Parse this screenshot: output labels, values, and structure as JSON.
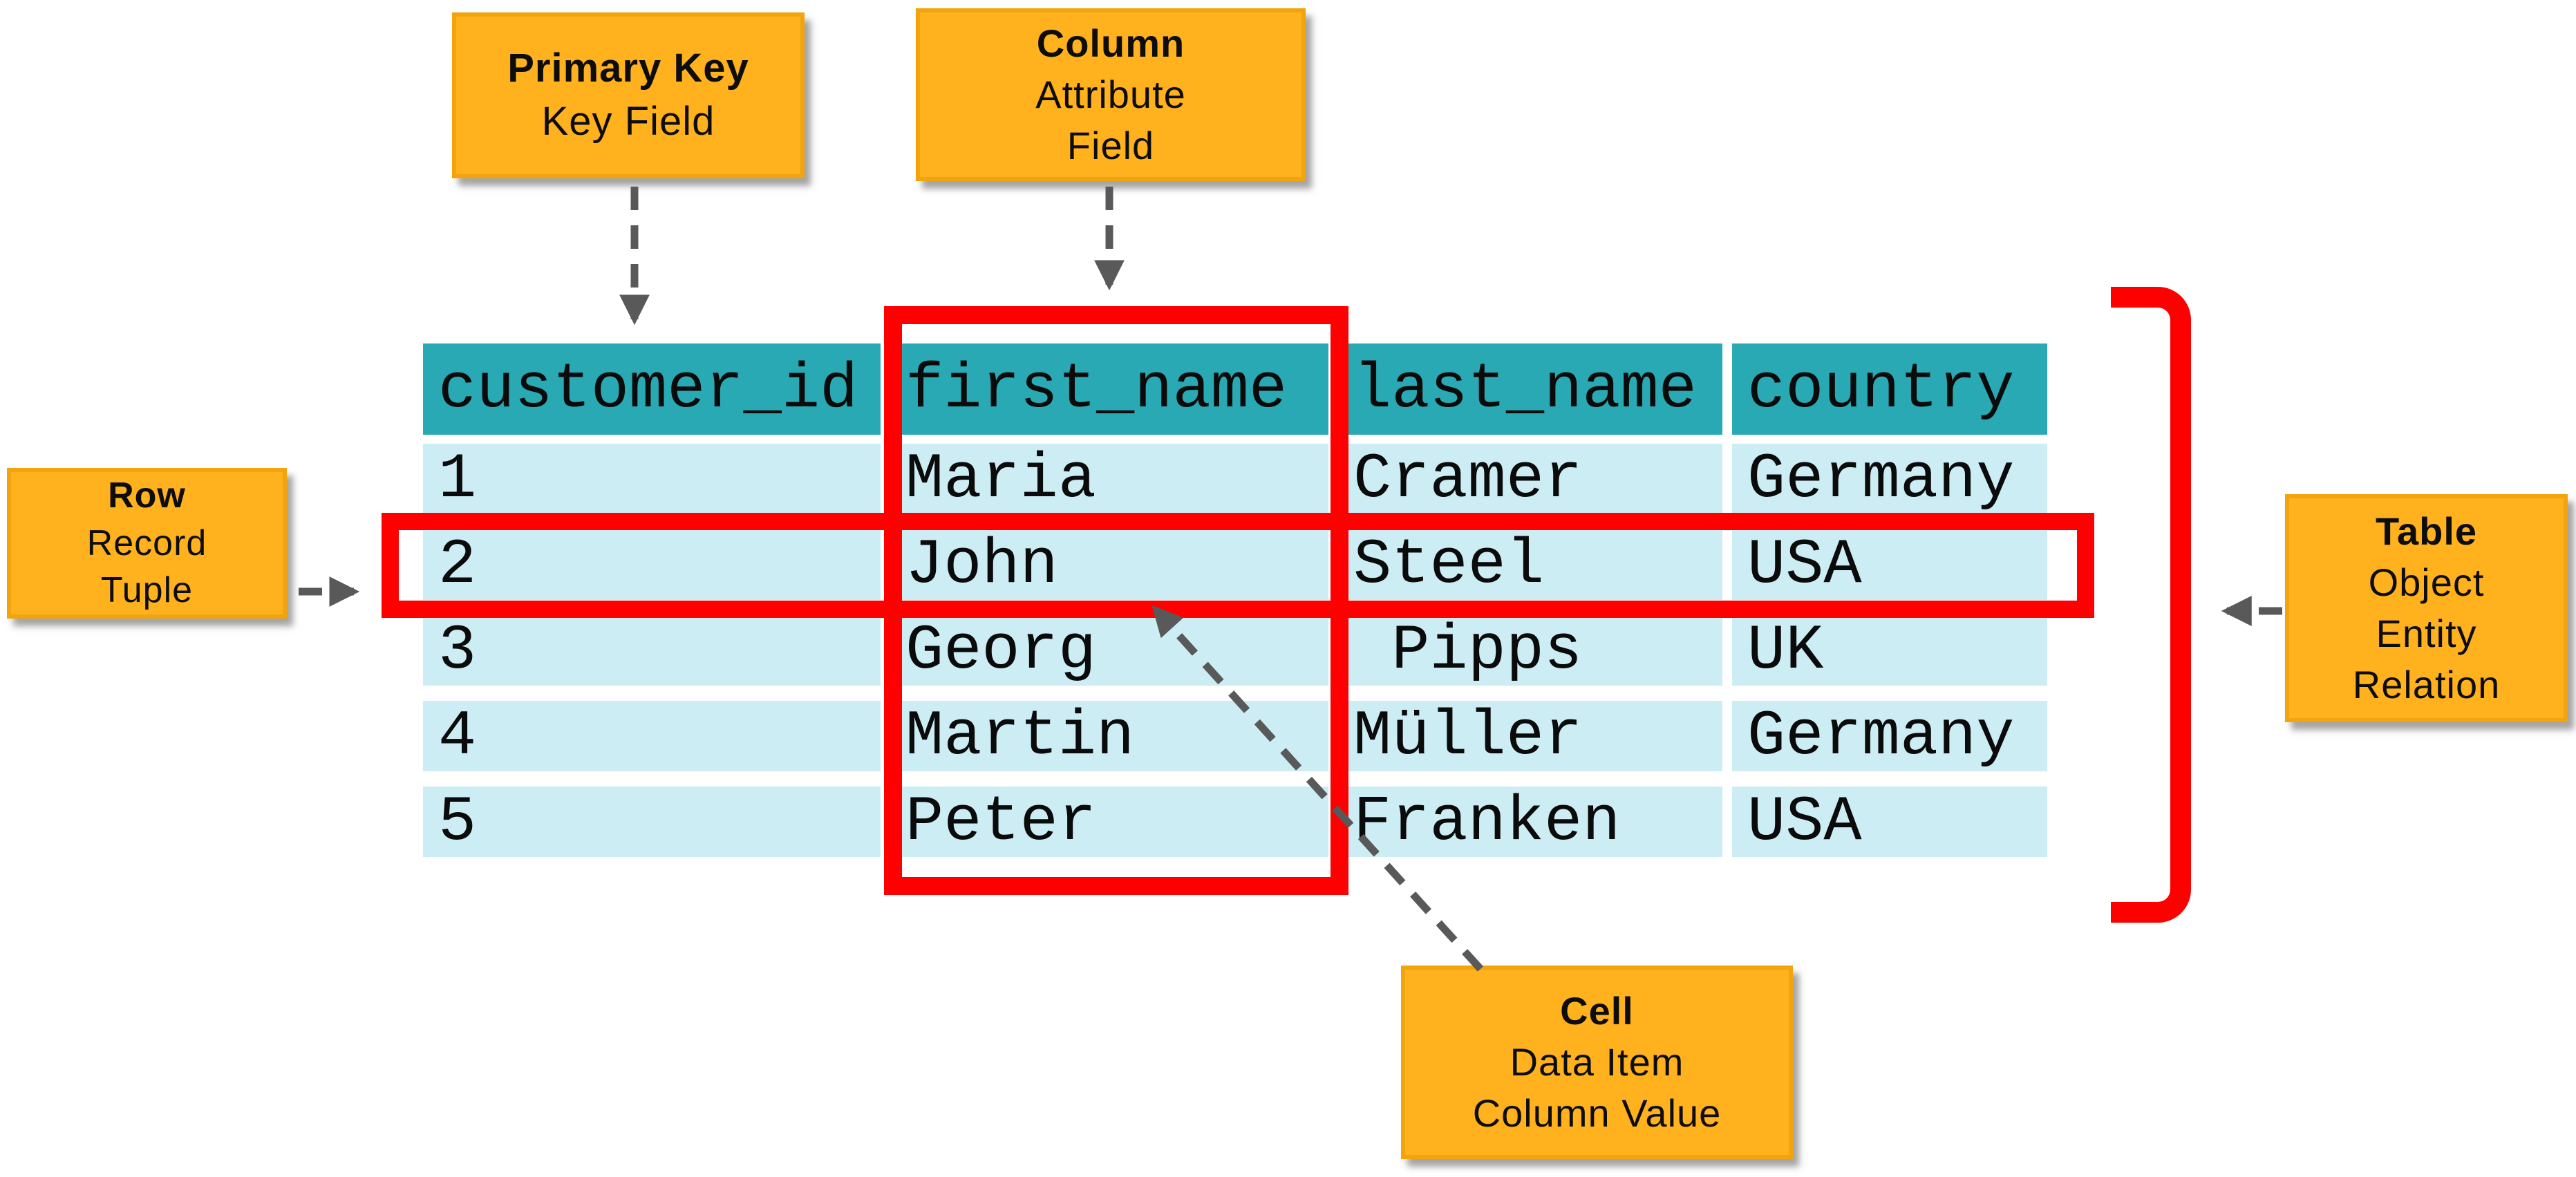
{
  "diagram": {
    "callouts": {
      "primary_key": {
        "title": "Primary Key",
        "lines": [
          "Key Field"
        ]
      },
      "column": {
        "title": "Column",
        "lines": [
          "Attribute",
          "Field"
        ]
      },
      "row": {
        "title": "Row",
        "lines": [
          "Record",
          "Tuple"
        ]
      },
      "table": {
        "title": "Table",
        "lines": [
          "Object",
          "Entity",
          "Relation"
        ]
      },
      "cell": {
        "title": "Cell",
        "lines": [
          "Data Item",
          "Column Value"
        ]
      }
    },
    "table": {
      "headers": [
        "customer_id",
        "first_name",
        "last_name",
        "country"
      ],
      "rows": [
        [
          "1",
          "Maria",
          "Cramer",
          "Germany"
        ],
        [
          "2",
          "John",
          "Steel",
          "USA"
        ],
        [
          "3",
          "Georg",
          " Pipps",
          "UK"
        ],
        [
          "4",
          "Martin",
          "Müller",
          "Germany"
        ],
        [
          "5",
          "Peter",
          "Franken",
          "USA"
        ]
      ]
    },
    "colors": {
      "header_teal": "#29A9B4",
      "row_blue": "#CDEDF4",
      "callout_orange": "#FFB11E",
      "highlight_red": "#FE0000",
      "arrow_gray": "#595959"
    }
  }
}
